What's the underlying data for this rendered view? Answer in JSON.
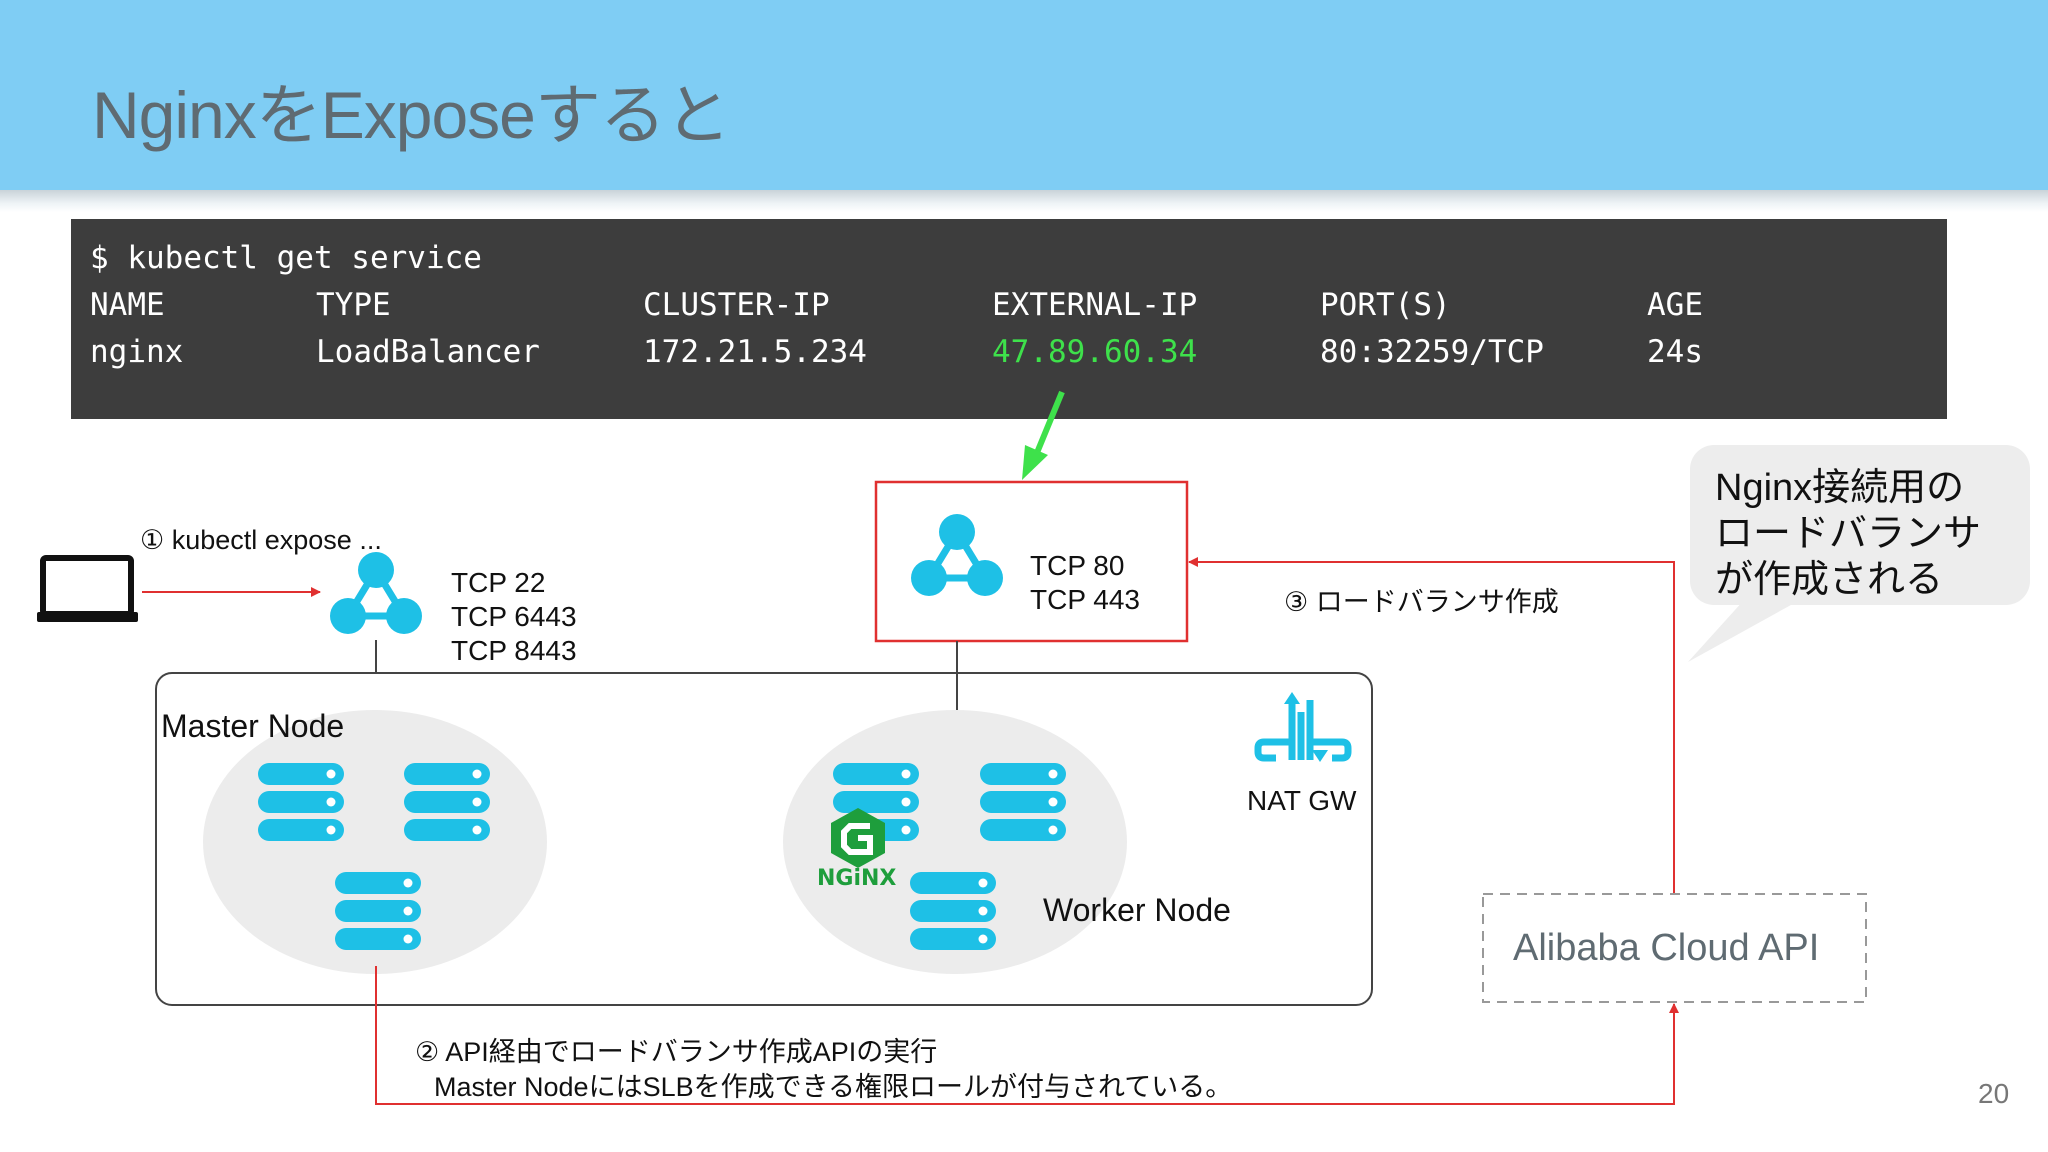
{
  "slide": {
    "title": "NginxをExposeすると",
    "page_number": "20"
  },
  "terminal": {
    "command": "$ kubectl get service",
    "headers": [
      "NAME",
      "TYPE",
      "CLUSTER-IP",
      "EXTERNAL-IP",
      "PORT(S)",
      "AGE"
    ],
    "row": [
      "nginx",
      "LoadBalancer",
      "172.21.5.234",
      "47.89.60.34",
      "80:32259/TCP",
      "24s"
    ],
    "highlight_color": "#3ee14b"
  },
  "diagram": {
    "step1_label": "① kubectl expose ...",
    "master_ports": [
      "TCP 22",
      "TCP 6443",
      "TCP 8443"
    ],
    "lb_ports": [
      "TCP 80",
      "TCP 443"
    ],
    "step3_label": "③ ロードバランサ作成",
    "callout": [
      "Nginx接続用の",
      "ロードバランサ",
      "が作成される"
    ],
    "master_node_label": "Master Node",
    "worker_node_label": "Worker Node",
    "nat_gw_label": "NAT GW",
    "nginx_logo_text": "NGiNX",
    "cloud_api_label": "Alibaba Cloud API",
    "step2_line1": "② API経由でロードバランサ作成APIの実行",
    "step2_line2": "Master NodeにはSLBを作成できる権限ロールが付与されている。",
    "icons": [
      "laptop-icon",
      "load-balancer-icon",
      "server-icon",
      "nat-gateway-icon",
      "nginx-logo"
    ],
    "colors": {
      "accent": "#1ec0e6",
      "arrow": "#e03030",
      "highlight": "#3ee14b",
      "header": "#7fcdf4"
    }
  }
}
